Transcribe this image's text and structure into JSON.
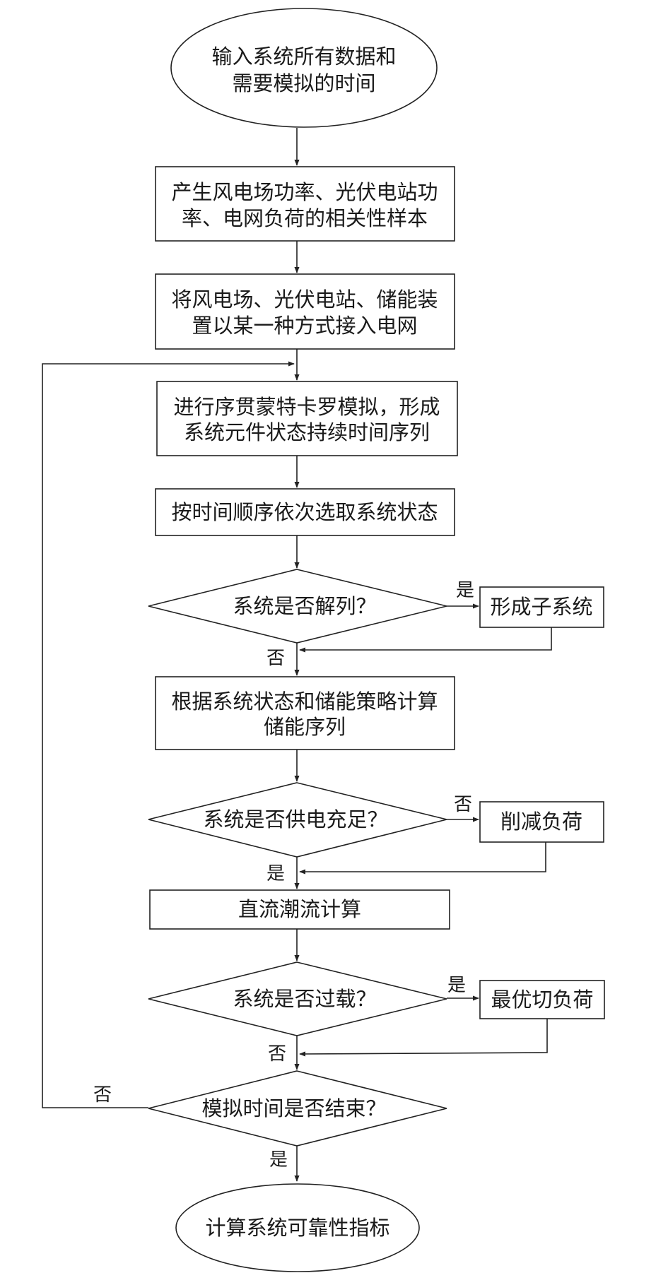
{
  "nodes": {
    "start": [
      "输入系统所有数据和",
      "需要模拟的时间"
    ],
    "gen_samples": [
      "产生风电场功率、光伏电站功",
      "率、电网负荷的相关性样本"
    ],
    "connect": [
      "将风电场、光伏电站、储能装",
      "置以某一种方式接入电网"
    ],
    "mc_sim": [
      "进行序贯蒙特卡罗模拟，形成",
      "系统元件状态持续时间序列"
    ],
    "select_state": "按时间顺序依次选取系统状态",
    "decision_split": "系统是否解列？",
    "form_subsystem": "形成子系统",
    "storage_seq": [
      "根据系统状态和储能策略计算",
      "储能序列"
    ],
    "decision_supply": "系统是否供电充足？",
    "cut_load": "削减负荷",
    "dc_flow": "直流潮流计算",
    "decision_overload": "系统是否过载？",
    "optimal_shed": "最优切负荷",
    "decision_end": "模拟时间是否结束？",
    "end": "计算系统可靠性指标"
  },
  "labels": {
    "split_yes": "是",
    "split_no": "否",
    "supply_no": "否",
    "supply_yes": "是",
    "overload_yes": "是",
    "overload_no": "否",
    "end_no": "否",
    "end_yes": "是"
  }
}
